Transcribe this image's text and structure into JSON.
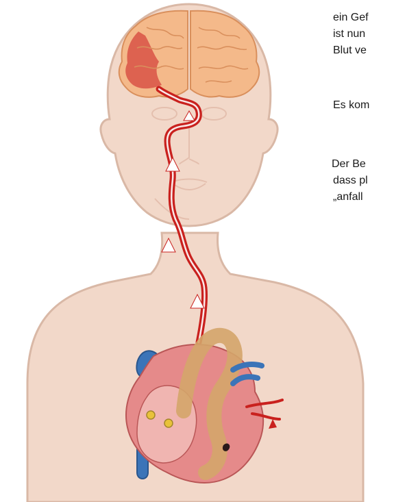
{
  "text_block": {
    "paragraph1": [
      "ein Gef",
      "ist nun",
      "Blut ve"
    ],
    "paragraph2": "Es kom",
    "paragraph3": [
      " Der Be",
      "dass pl",
      "„anfall"
    ]
  },
  "colors": {
    "body": "#f2d8c9",
    "body_outline": "#d9b8a6",
    "brain": "#f4b98a",
    "brain_damage": "#d6453c",
    "artery": "#c9211e",
    "vein": "#3b74b8",
    "arrow": "#ffffff"
  },
  "icons": [
    "arrow-icon"
  ]
}
